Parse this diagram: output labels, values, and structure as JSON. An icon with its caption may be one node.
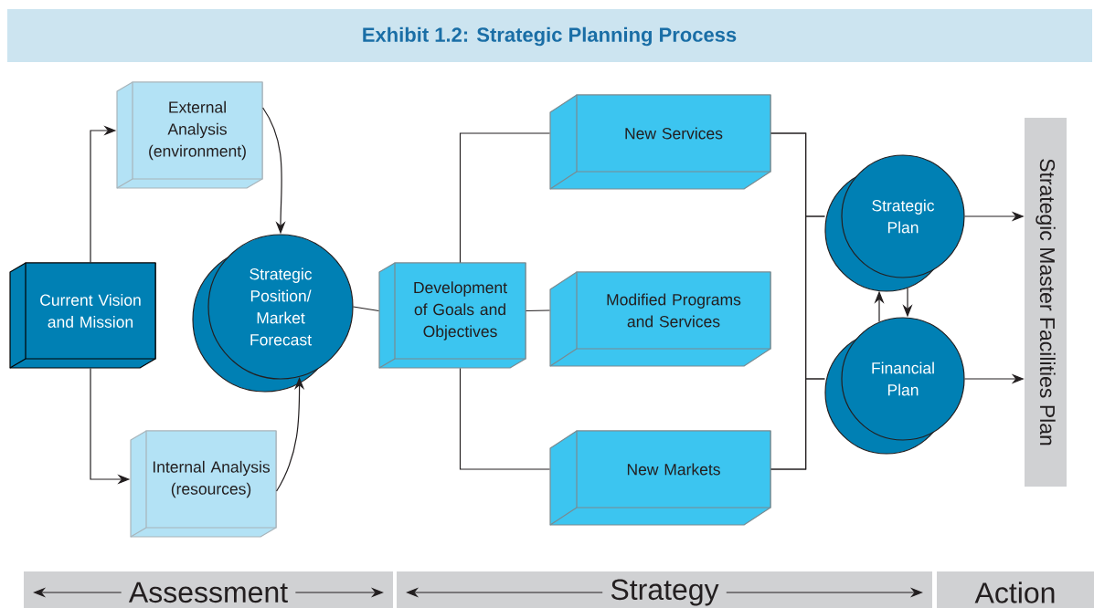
{
  "diagram": {
    "title": "Exhibit 1.2: Strategic Planning Process",
    "nodes": [
      {
        "text": [
          "Current Vision and Mission"
        ]
      },
      {
        "text": [
          "External Analysis (environment)"
        ]
      },
      {
        "text": [
          "Internal Analysis (resources)"
        ]
      },
      {
        "text": [
          "Strategic Position/ Market Forecast"
        ]
      },
      {
        "text": [
          "Development of Goals and Objectives"
        ]
      },
      {
        "text": [
          "New Services"
        ]
      },
      {
        "text": [
          "Modified Programs and Services"
        ]
      },
      {
        "text": [
          "New Markets"
        ]
      },
      {
        "text": [
          "Strategic Plan"
        ]
      },
      {
        "text": [
          "Financial Plan"
        ]
      },
      {
        "text": [
          "Strategic Master Facilities Plan"
        ]
      },
      {
        "text": [
          "Assessment"
        ]
      },
      {
        "text": [
          "Strategy"
        ]
      },
      {
        "text": [
          "Action"
        ]
      }
    ],
    "edges": [
      {
        "from": 0,
        "to": 1,
        "arrow": "to"
      },
      {
        "from": 0,
        "to": 2,
        "arrow": "to"
      },
      {
        "from": 1,
        "to": 3,
        "arrow": "to"
      },
      {
        "from": 2,
        "to": 3,
        "arrow": "to"
      },
      {
        "from": 3,
        "to": 4,
        "arrow": "none"
      },
      {
        "from": 4,
        "to": 5,
        "arrow": "none"
      },
      {
        "from": 4,
        "to": 6,
        "arrow": "none"
      },
      {
        "from": 4,
        "to": 7,
        "arrow": "none"
      },
      {
        "from": 5,
        "to": 8,
        "arrow": "none"
      },
      {
        "from": 5,
        "to": 9,
        "arrow": "none"
      },
      {
        "from": 7,
        "to": 8,
        "arrow": "none"
      },
      {
        "from": 7,
        "to": 9,
        "arrow": "none"
      },
      {
        "from": 8,
        "to": 9,
        "arrow": "to"
      },
      {
        "from": 9,
        "to": 8,
        "arrow": "to"
      },
      {
        "from": 8,
        "to": 10,
        "arrow": "to"
      },
      {
        "from": 9,
        "to": 10,
        "arrow": "to"
      }
    ]
  }
}
